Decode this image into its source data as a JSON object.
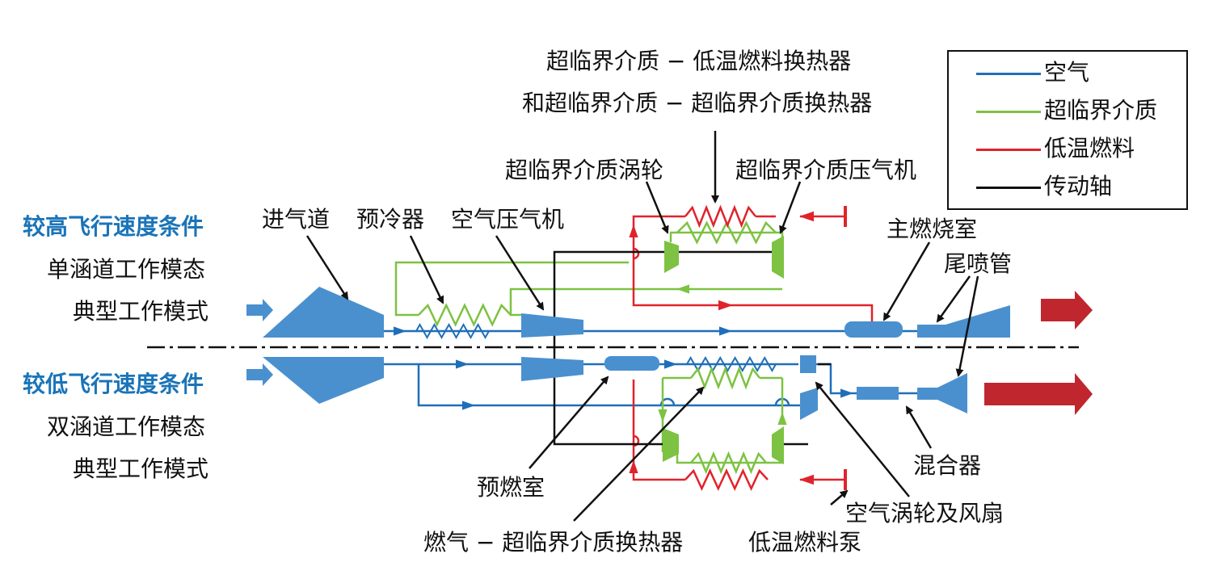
{
  "colors": {
    "air": "#4a90cf",
    "air_line": "#1f6fb8",
    "supercritical": "#7dc242",
    "fuel": "#e0232b",
    "shaft": "#111111",
    "exhaust": "#c0262d",
    "condition_text": "#1a74b8"
  },
  "legend": [
    {
      "label": "空气",
      "color": "#1f6fb8"
    },
    {
      "label": "超临界介质",
      "color": "#7dc242"
    },
    {
      "label": "低温燃料",
      "color": "#e0232b"
    },
    {
      "label": "传动轴",
      "color": "#111111"
    }
  ],
  "conditions": {
    "high": {
      "title": "较高飞行速度条件",
      "line1": "单涵道工作模态",
      "line2": "典型工作模式"
    },
    "low": {
      "title": "较低飞行速度条件",
      "line1": "双涵道工作模态",
      "line2": "典型工作模式"
    }
  },
  "labels": {
    "hx_title_1": "超临界介质 − 低温燃料换热器",
    "hx_title_2": "和超临界介质 − 超临界介质换热器",
    "sc_turbine": "超临界介质涡轮",
    "sc_compressor": "超临界介质压气机",
    "inlet": "进气道",
    "precooler": "预冷器",
    "air_compressor": "空气压气机",
    "main_combustor": "主燃烧室",
    "nozzle": "尾喷管",
    "preburner": "预燃室",
    "gas_hx": "燃气 − 超临界介质换热器",
    "fuel_pump": "低温燃料泵",
    "air_turbine_fan": "空气涡轮及风扇",
    "mixer": "混合器"
  }
}
